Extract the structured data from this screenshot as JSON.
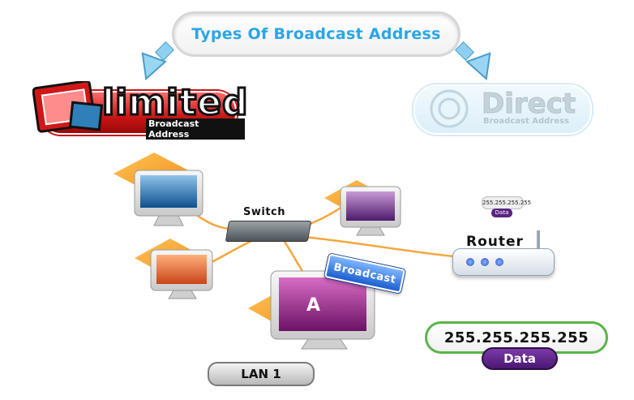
{
  "title": "Types Of Broadcast Address",
  "limited": {
    "word": "limited",
    "subtitle": "Broadcast Address"
  },
  "direct": {
    "word": "Direct",
    "subtitle": "Broadcast Address"
  },
  "network": {
    "switch_label": "Switch",
    "router_label": "Router",
    "broadcast_label": "Broadcast",
    "monitor_label": "A",
    "lan_label": "LAN 1"
  },
  "packet_small": {
    "ip": "255.255.255.255",
    "data": "Data"
  },
  "packet_large": {
    "ip": "255.255.255.255",
    "data": "Data"
  },
  "colors": {
    "title_text": "#2aa6e6",
    "limited_red": "#c81616",
    "direct_blue": "#8cc8e8",
    "data_purple": "#5a2480",
    "ip_border_green": "#5ab44a",
    "cable_orange": "#f4a63a",
    "monitor_orange": "#f7a12a"
  }
}
